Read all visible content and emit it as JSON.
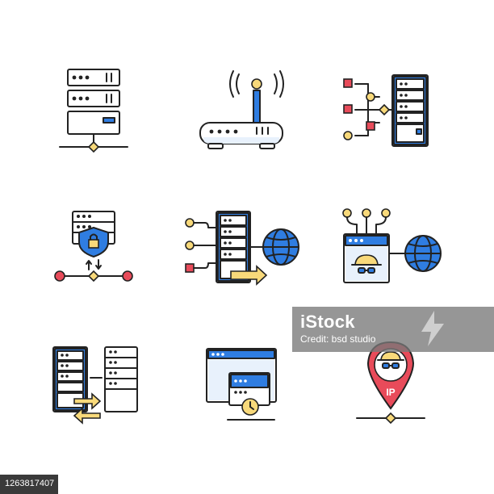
{
  "colors": {
    "blue": "#2f7de1",
    "dark_blue": "#1d4f9c",
    "yellow": "#f8d97a",
    "yellow_outline": "#c9a43a",
    "red": "#e84b5a",
    "pale_blue": "#e8f1fc",
    "outline": "#222222",
    "watermark_bg": "#787878"
  },
  "icons": [
    "server-rack-icon",
    "wifi-router-icon",
    "network-topology-icon",
    "secure-server-icon",
    "data-transfer-globe-icon",
    "anonymous-proxy-icon",
    "server-migration-icon",
    "web-hosting-icon",
    "hidden-ip-location-icon"
  ],
  "ip_label": "IP",
  "watermark": {
    "logo": "iStock",
    "credit": "Credit: bsd studio"
  },
  "badge": {
    "id": "1263817407"
  }
}
